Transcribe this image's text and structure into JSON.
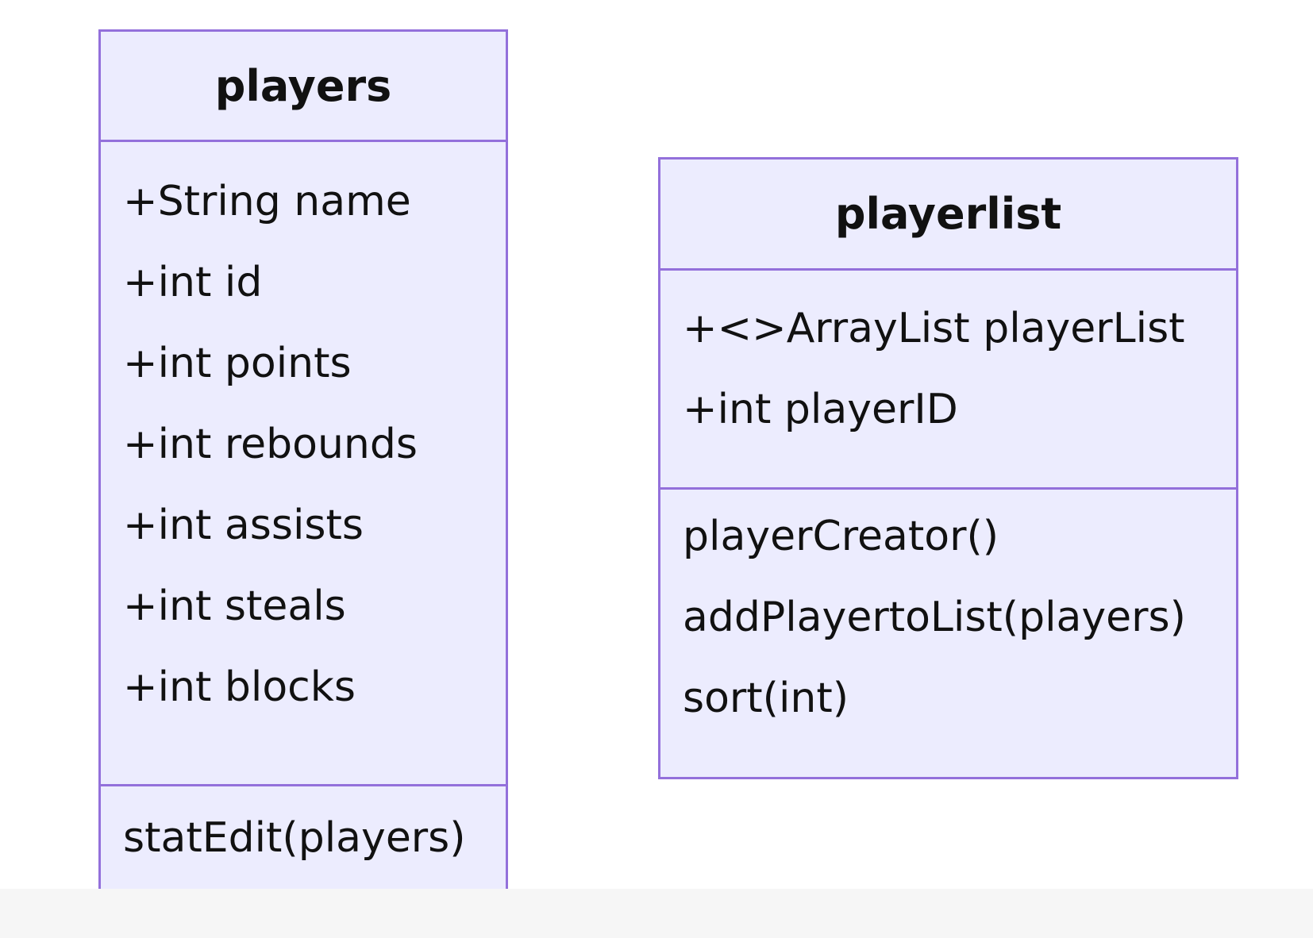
{
  "colors": {
    "box_fill": "#ececfe",
    "box_border": "#9370db",
    "text": "#111111"
  },
  "classes": [
    {
      "name": "players",
      "attributes": [
        "+String name",
        "+int id",
        "+int points",
        "+int rebounds",
        "+int assists",
        "+int steals",
        "+int blocks"
      ],
      "methods": [
        "statEdit(players)"
      ]
    },
    {
      "name": "playerlist",
      "attributes": [
        "+<>ArrayList playerList",
        "+int playerID"
      ],
      "methods": [
        "playerCreator()",
        "addPlayertoList(players)",
        "sort(int)"
      ]
    }
  ]
}
